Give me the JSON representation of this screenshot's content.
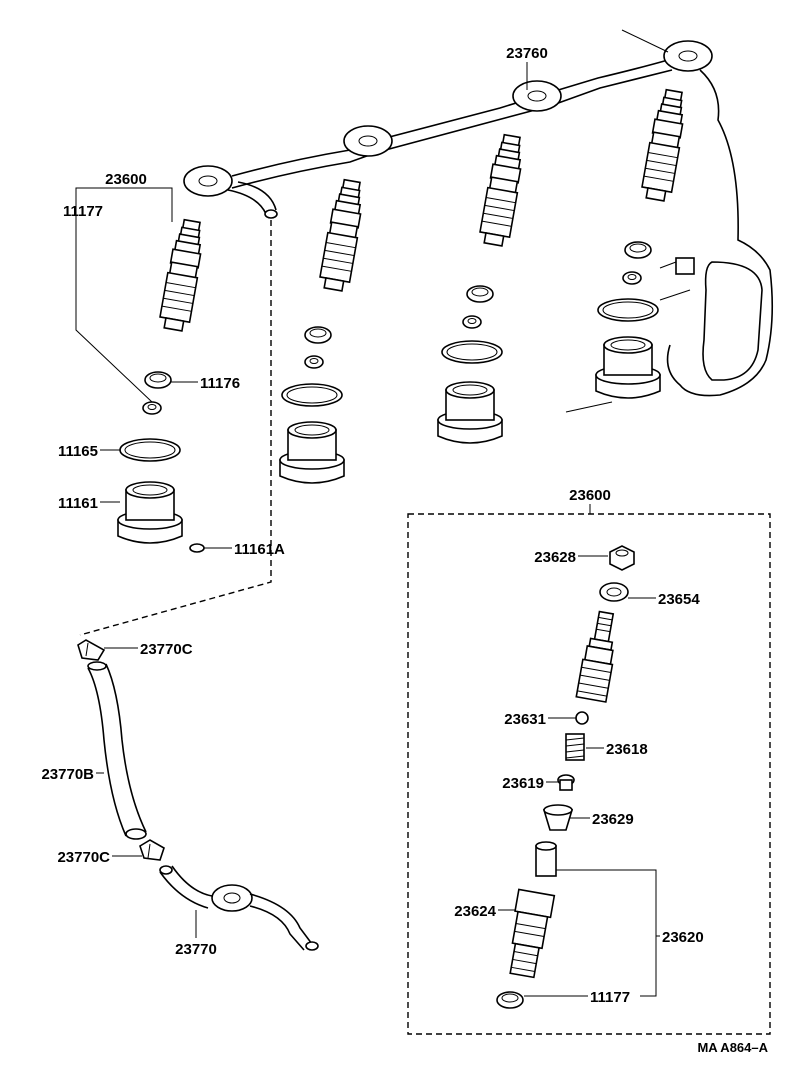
{
  "labels": {
    "fuel_pipe_set": "23760",
    "injector_assy_top": "23600",
    "gasket_11177_top": "11177",
    "seat_11176": "11176",
    "ring_11165": "11165",
    "sleeve_11161": "11161",
    "pin_11161a": "11161A",
    "clamp_top": "23770C",
    "hose": "23770B",
    "clamp_bottom": "23770C",
    "leakage_pipe": "23770",
    "injector_assy_box": "23600",
    "nut_23628": "23628",
    "washer_23654": "23654",
    "ball_23631": "23631",
    "spring_23618": "23618",
    "pin_23619": "23619",
    "spacer_23629": "23629",
    "nozzle_23624": "23624",
    "nozzle_set_23620": "23620",
    "gasket_11177_box": "11177"
  },
  "figure_code": "MA A864–A"
}
